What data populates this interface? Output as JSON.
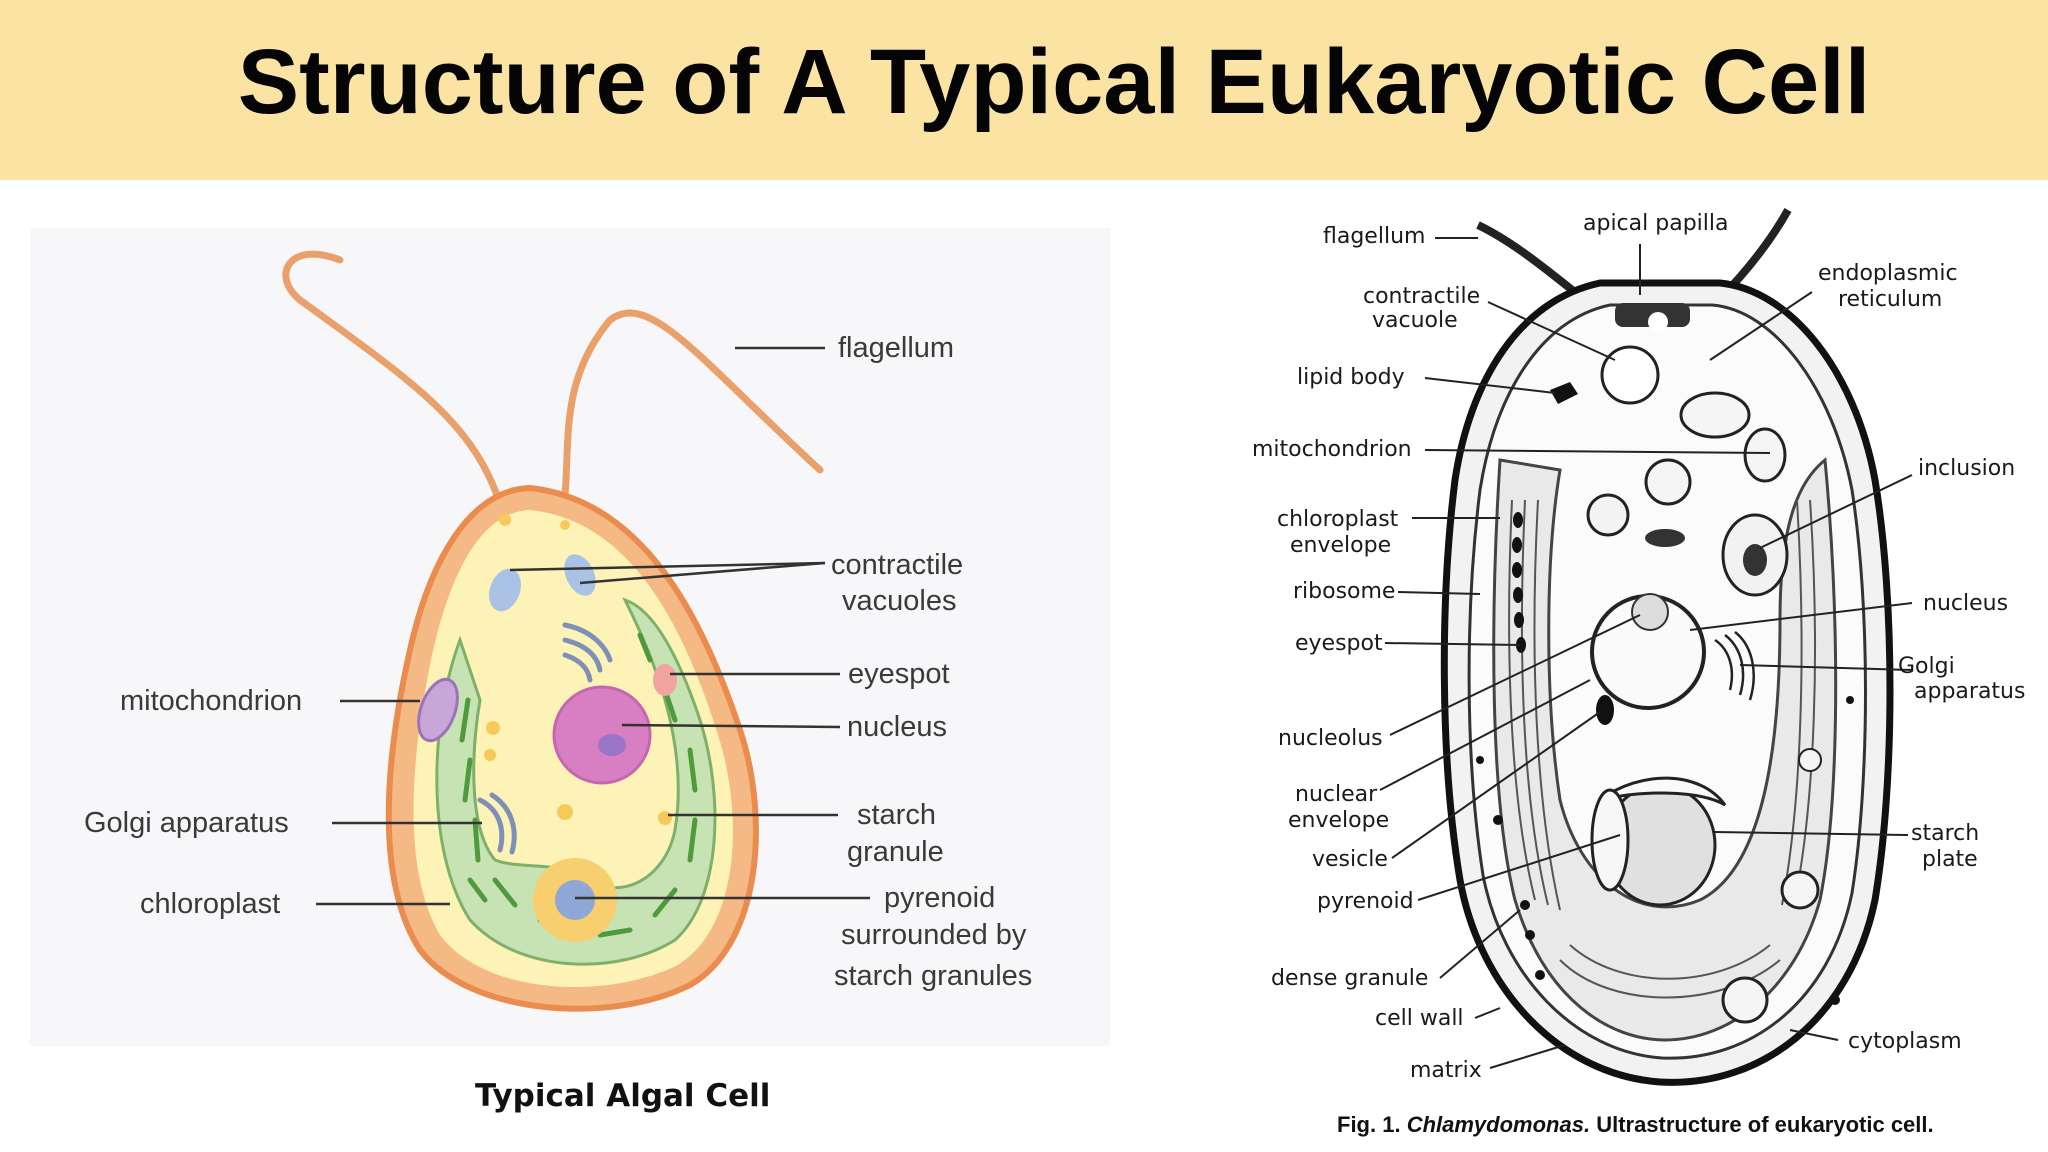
{
  "title": "Structure of A Typical Eukaryotic Cell",
  "left_figure": {
    "caption": "Typical Algal Cell",
    "labels": {
      "flagellum": "flagellum",
      "contractile_1": "contractile",
      "contractile_2": "vacuoles",
      "eyespot": "eyespot",
      "nucleus": "nucleus",
      "mitochondrion": "mitochondrion",
      "golgi": "Golgi apparatus",
      "starch_1": "starch",
      "starch_2": "granule",
      "chloroplast": "chloroplast",
      "pyrenoid_1": "pyrenoid",
      "pyrenoid_2": "surrounded by",
      "pyrenoid_3": "starch granules"
    }
  },
  "right_figure": {
    "caption_prefix": "Fig. 1.",
    "caption_italic": "Chlamydomonas.",
    "caption_rest": "Ultrastructure of eukaryotic cell.",
    "labels": {
      "flagellum": "flagellum",
      "apical_papilla": "apical papilla",
      "contractile_1": "contractile",
      "contractile_2": "vacuole",
      "er_1": "endoplasmic",
      "er_2": "reticulum",
      "lipid_body": "lipid body",
      "mitochondrion": "mitochondrion",
      "inclusion": "inclusion",
      "chloroplast_1": "chloroplast",
      "chloroplast_2": "envelope",
      "ribosome": "ribosome",
      "nucleus": "nucleus",
      "eyespot": "eyespot",
      "golgi_1": "Golgi",
      "golgi_2": "apparatus",
      "nucleolus": "nucleolus",
      "nuclear_1": "nuclear",
      "nuclear_2": "envelope",
      "starch_1": "starch",
      "starch_2": "plate",
      "vesicle": "vesicle",
      "pyrenoid": "pyrenoid",
      "dense_granule": "dense granule",
      "cell_wall": "cell wall",
      "cytoplasm": "cytoplasm",
      "matrix": "matrix"
    }
  }
}
